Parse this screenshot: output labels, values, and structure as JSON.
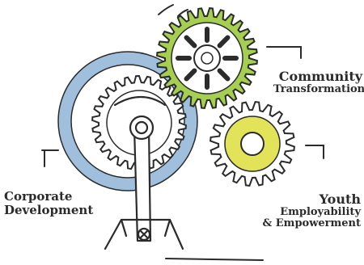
{
  "labels": {
    "community": {
      "line1": "Community",
      "line2": "Transformation"
    },
    "corporate": {
      "line1": "Corporate",
      "line2": "Development"
    },
    "youth": {
      "line1": "Youth",
      "line2": "Employability",
      "line3": "& Empowerment"
    }
  },
  "colors": {
    "ink": "#2b2b2b",
    "ring_blue": "#9fbfdc",
    "gear_green": "#a6cf52",
    "gear_yellow": "#e3e35a",
    "background": "#ffffff"
  },
  "icons": [
    "crank-icon",
    "gear-icon",
    "sun-gear-icon"
  ]
}
